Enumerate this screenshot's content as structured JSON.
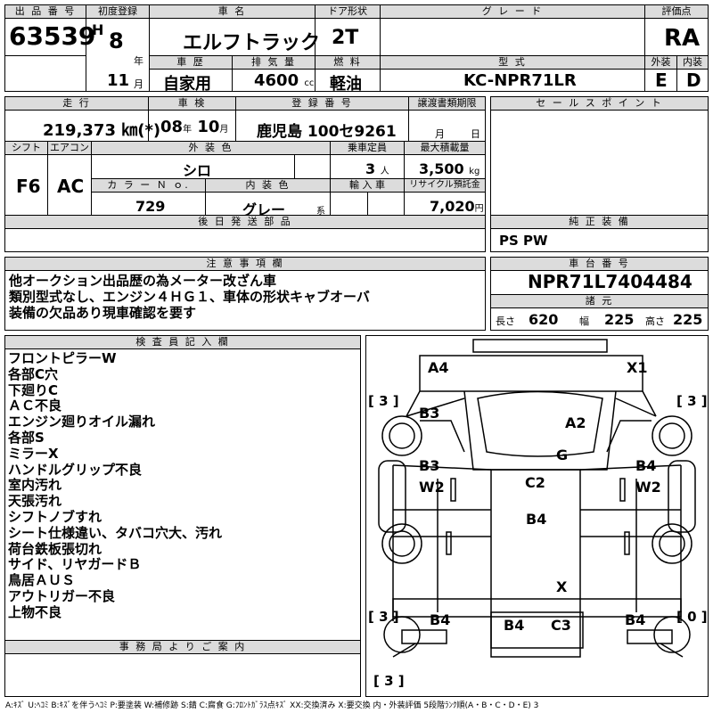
{
  "header": {
    "lot_label": "出 品 番 号",
    "lot_no": "63539",
    "reg_label": "初度登録",
    "era": "H",
    "year": "8",
    "year_unit": "年",
    "month": "11",
    "month_unit": "月",
    "car_name_label": "車 名",
    "car_name": "エルフトラック",
    "door_label": "ドア形状",
    "door": "2T",
    "grade_label": "グ レ ー ド",
    "grade": "",
    "score_label": "評価点",
    "score": "RA",
    "history_label": "車 歴",
    "history": "自家用",
    "displacement_label": "排 気 量",
    "displacement": "4600",
    "displacement_unit": "cc",
    "fuel_label": "燃 料",
    "fuel": "軽油",
    "model_label": "型 式",
    "model": "KC-NPR71LR",
    "ext_label": "外装",
    "ext_grade": "E",
    "int_label": "内装",
    "int_grade": "D"
  },
  "row2": {
    "mileage_label": "走 行",
    "mileage": "219,373 ㎞(*)",
    "inspection_label": "車 検",
    "insp_year": "08",
    "insp_year_unit": "年",
    "insp_month": "10",
    "insp_month_unit": "月",
    "plate_label": "登 録 番 号",
    "plate": "鹿児島 100セ9261",
    "transfer_label": "譲渡書類期限",
    "transfer_month": "月",
    "transfer_day": "日",
    "sales_label": "セ ー ル ス ポ イ ン ト",
    "shift_label": "シフト",
    "shift": "F6",
    "ac_label": "エアコン",
    "ac": "AC",
    "color_label": "外 装 色",
    "color": "シロ",
    "capacity_label": "乗車定員",
    "capacity": "3",
    "capacity_unit": "人",
    "load_label": "最大積載量",
    "load": "3,500",
    "load_unit": "kg",
    "colorno_label": "カ ラ ー Ｎ ｏ.",
    "colorno": "729",
    "intcolor_label": "内 装 色",
    "intcolor": "グレー",
    "intcolor_unit": "系",
    "import_label": "輸 入 車",
    "recycle_label": "リサイクル預託金",
    "recycle": "7,020",
    "recycle_unit": "円",
    "later_label": "後 日 発 送 部 品",
    "equip_label": "純 正 装 備",
    "equip": "PS PW"
  },
  "notes": {
    "label": "注 意 事 項 欄",
    "lines": [
      "他オークション出品歴の為メーター改ざん車",
      "類別型式なし、エンジン４ＨＧ１、車体の形状キャブオーバ",
      "装備の欠品あり現車確認を要す"
    ]
  },
  "chassis": {
    "label": "車 台 番 号",
    "number": "NPR71L7404484",
    "dims_label": "諸 元",
    "len_label": "長さ",
    "len": "620",
    "wid_label": "幅",
    "wid": "225",
    "hgt_label": "高さ",
    "hgt": "225"
  },
  "inspector": {
    "label": "検 査 員 記 入 欄",
    "lines": [
      "フロントピラーW",
      "各部C穴",
      "下廻りC",
      "ＡＣ不良",
      "エンジン廻りオイル漏れ",
      "各部S",
      "ミラーX",
      "ハンドルグリップ不良",
      "室内汚れ",
      "天張汚れ",
      "シフトノブすれ",
      "シート仕様違い、タバコ穴大、汚れ",
      "荷台鉄板張切れ",
      "サイド、リヤガードＢ",
      "鳥居ＡＵＳ",
      "アウトリガー不良",
      "上物不良"
    ]
  },
  "office": {
    "label": "事 務 局 よ り ご 案 内"
  },
  "diagram": {
    "marks": {
      "a4": "A4",
      "x1": "X1",
      "b3_top": "B3",
      "a2": "A2",
      "g": "G",
      "b3_l": "B3",
      "w2_l": "W2",
      "b4_r": "B4",
      "w2_r": "W2",
      "c2": "C2",
      "b4_mid": "B4",
      "x": "X",
      "b4_bl": "B4",
      "b4_bm": "B4",
      "c3": "C3",
      "b4_br": "B4"
    },
    "tires": {
      "fl": "[ 3 ]",
      "fr": "[ 3 ]",
      "rl": "[ 3 ]",
      "rr": "[ 0 ]",
      "spare": "[ 3 ]"
    }
  },
  "legend": "A:ｷｽﾞ  U:ﾍｺﾐ  B:ｷｽﾞを伴うﾍｺﾐ  P:要塗装  W:補修跡  S:錆  C:腐食  G:ﾌﾛﾝﾄｶﾞﾗｽ点ｷｽﾞ  XX:交換済み  X:要交換   内・外装評価  5段階ﾗﾝｸ順(A・B・C・D・E) 3"
}
